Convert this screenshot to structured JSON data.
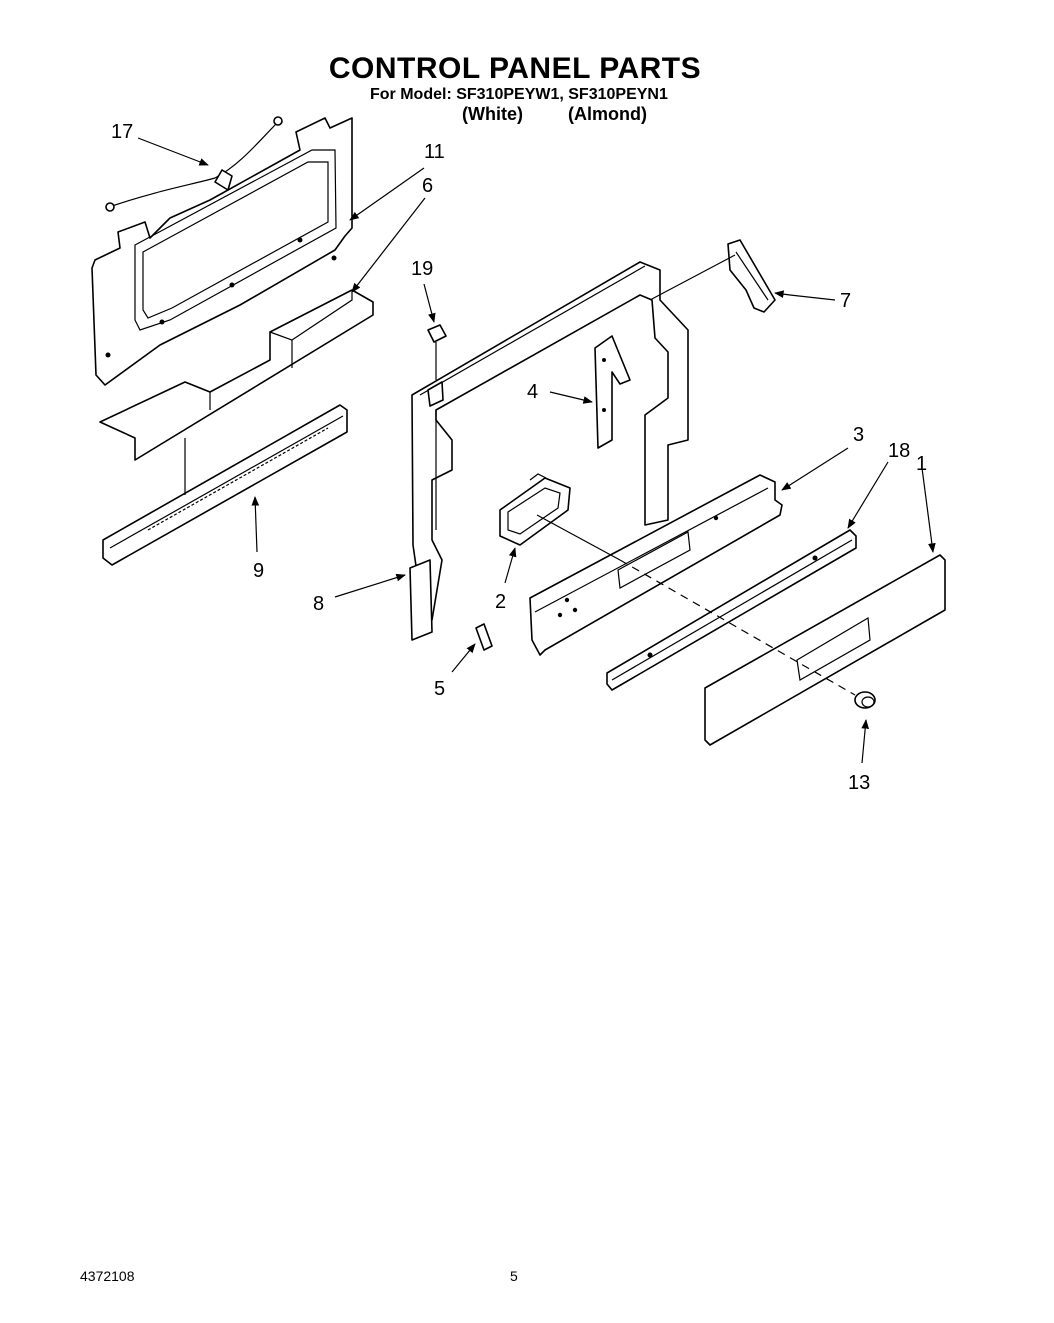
{
  "header": {
    "title": "CONTROL PANEL PARTS",
    "subtitle": "For Model: SF310PEYW1, SF310PEYN1",
    "variant_white": "(White)",
    "variant_almond": "(Almond)"
  },
  "callouts": {
    "c1": "1",
    "c2": "2",
    "c3": "3",
    "c4": "4",
    "c5": "5",
    "c6": "6",
    "c7": "7",
    "c8": "8",
    "c9": "9",
    "c11": "11",
    "c13": "13",
    "c17": "17",
    "c18": "18",
    "c19": "19"
  },
  "footer": {
    "doc_number": "4372108",
    "page_number": "5"
  }
}
